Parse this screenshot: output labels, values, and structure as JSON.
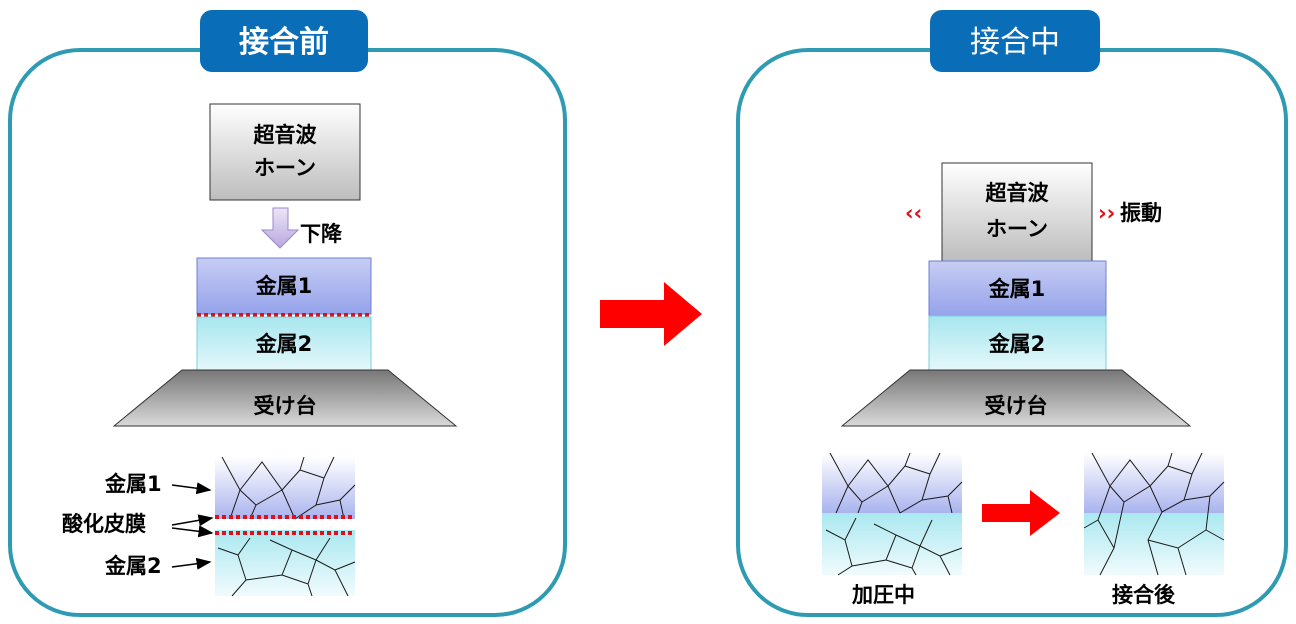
{
  "before": {
    "title": "接合前",
    "horn": [
      "超音波",
      "ホーン"
    ],
    "descend": "下降",
    "metal1": "金属1",
    "metal2": "金属2",
    "base": "受け台",
    "detail": {
      "metal1": "金属1",
      "oxide": "酸化皮膜",
      "metal2": "金属2"
    }
  },
  "during": {
    "title": "接合中",
    "horn": [
      "超音波",
      "ホーン"
    ],
    "vibration_left": "‹‹",
    "vibration_right": "››",
    "vibration": "振動",
    "metal1": "金属1",
    "metal2": "金属2",
    "base": "受け台",
    "pressing": "加圧中",
    "after": "接合後"
  },
  "colors": {
    "frame": "#2e9bb3",
    "title_bg": "#0a6db8",
    "arrow": "#ff0000",
    "oxide": "#e0101a"
  }
}
